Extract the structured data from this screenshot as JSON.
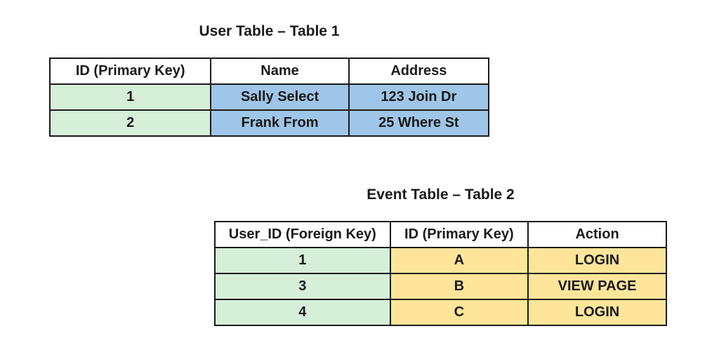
{
  "user_table": {
    "title": "User Table – Table 1",
    "headers": [
      "ID (Primary Key)",
      "Name",
      "Address"
    ],
    "rows": [
      [
        "1",
        "Sally Select",
        "123 Join Dr"
      ],
      [
        "2",
        "Frank From",
        "25 Where St"
      ]
    ]
  },
  "event_table": {
    "title": "Event Table – Table 2",
    "headers": [
      "User_ID (Foreign Key)",
      "ID (Primary Key)",
      "Action"
    ],
    "rows": [
      [
        "1",
        "A",
        "LOGIN"
      ],
      [
        "3",
        "B",
        "VIEW PAGE"
      ],
      [
        "4",
        "C",
        "LOGIN"
      ]
    ]
  },
  "colors": {
    "primary_key_green": "#d6efd9",
    "user_data_blue": "#9fc5e8",
    "event_data_yellow": "#ffe59a",
    "border": "#1a1a1a",
    "header_bg": "#ffffff"
  }
}
